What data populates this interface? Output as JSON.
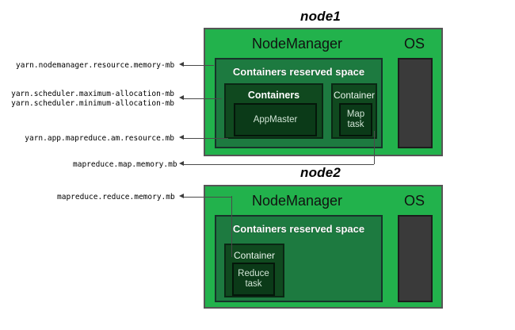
{
  "diagram": {
    "title_node1": "node1",
    "title_node2": "node2",
    "nodes": [
      {
        "id": "node1",
        "title": "node1",
        "nodemanager_label": "NodeManager",
        "os_label": "OS",
        "reserved_label": "Containers reserved space",
        "containers_group_label": "Containers",
        "container_label": "Container",
        "appmaster_label": "AppMaster",
        "task_label": "Map\ntask",
        "task_label_line1": "Map",
        "task_label_line2": "task"
      },
      {
        "id": "node2",
        "title": "node2",
        "nodemanager_label": "NodeManager",
        "os_label": "OS",
        "reserved_label": "Containers reserved space",
        "container_label": "Container",
        "task_label_line1": "Reduce",
        "task_label_line2": "task"
      }
    ],
    "annotations": [
      {
        "id": "nm-resource-memory",
        "text": "yarn.nodemanager.resource.memory-mb"
      },
      {
        "id": "sched-max-allocation",
        "text": "yarn.scheduler.maximum-allocation-mb"
      },
      {
        "id": "sched-min-allocation",
        "text": "yarn.scheduler.minimum-allocation-mb"
      },
      {
        "id": "am-resource-mb",
        "text": "yarn.app.mapreduce.am.resource.mb"
      },
      {
        "id": "map-memory-mb",
        "text": "mapreduce.map.memory.mb"
      },
      {
        "id": "reduce-memory-mb",
        "text": "mapreduce.reduce.memory.mb"
      }
    ],
    "colors": {
      "node_green": "#22b24c",
      "reserved_green": "#1d7a40",
      "container_green": "#10491f",
      "task_green": "#0b3a18",
      "os_gray": "#3a3a3a",
      "outline": "#555555",
      "connector": "#4a4a4a",
      "background": "#ffffff"
    }
  }
}
